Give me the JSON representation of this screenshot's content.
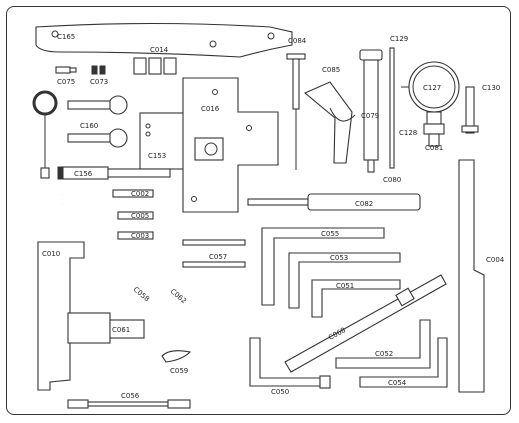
{
  "diagram": {
    "labels": {
      "c165": "C165",
      "c014": "C014",
      "c075": "C075",
      "c073": "C073",
      "c160": "C160",
      "c016": "C016",
      "c153": "C153",
      "c156": "C156",
      "c084": "C084",
      "c085": "C085",
      "c079": "C079",
      "c129": "C129",
      "c127": "C127",
      "c130": "C130",
      "c128": "C128",
      "c081": "C081",
      "c080": "C080",
      "c002": "C002",
      "c082": "C082",
      "c005": "C005",
      "c003": "C003",
      "c004": "C004",
      "c010": "C010",
      "c055": "C055",
      "c057": "C057",
      "c053": "C053",
      "c051": "C051",
      "c058": "C058",
      "c062": "C062",
      "c061": "C061",
      "c059": "C059",
      "c068": "C068",
      "c052": "C052",
      "c054": "C054",
      "c050": "C050",
      "c056": "C056"
    },
    "colors": {
      "stroke": "#333333",
      "background": "#ffffff"
    }
  }
}
